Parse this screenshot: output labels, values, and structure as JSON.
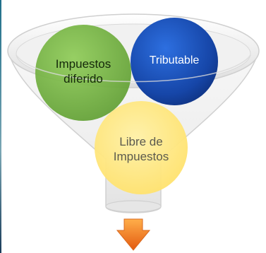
{
  "circles": {
    "green": {
      "label": "Impuestos\ndiferido",
      "color": "#6aa93a"
    },
    "blue": {
      "label": "Tributable",
      "color": "#1b4fb0"
    },
    "yellow": {
      "label": "Libre de\nImpuestos",
      "color": "#ffe06a"
    }
  },
  "funnel": {
    "color": "#e9e9e9"
  },
  "arrow": {
    "color": "#f07a1c",
    "icon": "down-arrow-icon"
  }
}
